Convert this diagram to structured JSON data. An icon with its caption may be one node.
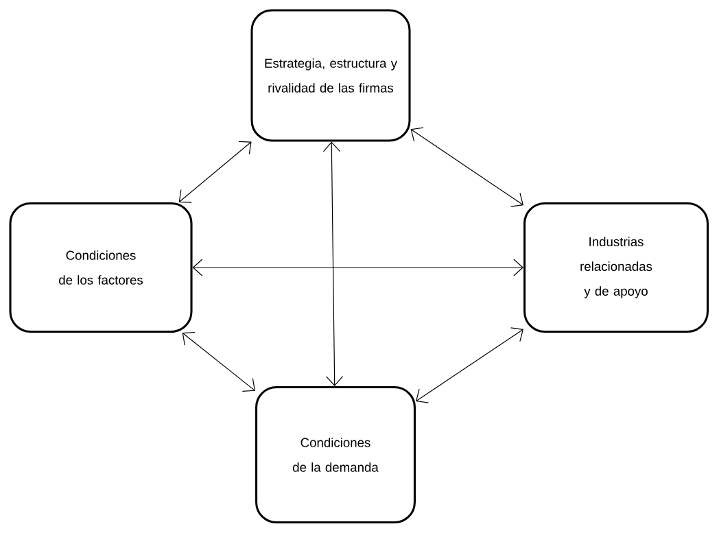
{
  "diagram": {
    "nodes": [
      {
        "text": [
          "Estrategia, estructura y rivalidad de las firmas"
        ]
      },
      {
        "text": [
          "Condiciones de los factores"
        ]
      },
      {
        "text": [
          "Industrias relacionadas y de apoyo"
        ]
      },
      {
        "text": [
          "Condiciones de la demanda"
        ]
      }
    ],
    "edges": [
      {
        "from": 1,
        "to": 0,
        "arrow": "both"
      },
      {
        "from": 0,
        "to": 2,
        "arrow": "both"
      },
      {
        "from": 1,
        "to": 3,
        "arrow": "both"
      },
      {
        "from": 3,
        "to": 2,
        "arrow": "both"
      },
      {
        "from": 0,
        "to": 3,
        "arrow": "both"
      },
      {
        "from": 1,
        "to": 2,
        "arrow": "both"
      }
    ]
  }
}
